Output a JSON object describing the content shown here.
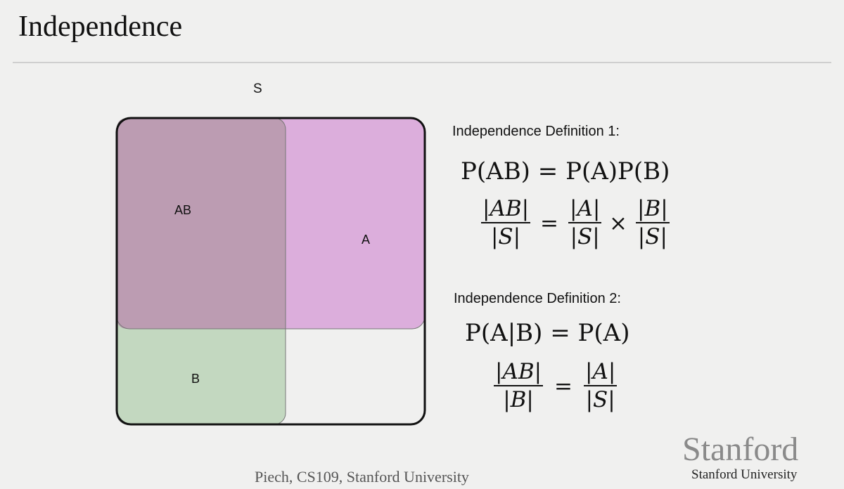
{
  "slide": {
    "title": "Independence",
    "footer": "Piech, CS109, Stanford University"
  },
  "venn": {
    "sample_space_label": "S",
    "region_ab_label": "AB",
    "region_a_label": "A",
    "region_b_label": "B",
    "colors": {
      "a": "#dcaedc",
      "ab": "#bc9cb2",
      "b": "#c3d8c0",
      "outline": "#111111"
    }
  },
  "definition1": {
    "heading": "Independence Definition 1:",
    "eq_lhs": "P(AB)",
    "eq_eq": "=",
    "eq_rhs": "P(A)P(B)",
    "f1_num": "|AB|",
    "f1_den": "|S|",
    "eq2_eq": "=",
    "f2_num": "|A|",
    "f2_den": "|S|",
    "times": "×",
    "f3_num": "|B|",
    "f3_den": "|S|"
  },
  "definition2": {
    "heading": "Independence Definition 2:",
    "eq_lhs": "P(A|B)",
    "eq_eq": "=",
    "eq_rhs": "P(A)",
    "f1_num": "|AB|",
    "f1_den": "|B|",
    "eq2_eq": "=",
    "f2_num": "|A|",
    "f2_den": "|S|"
  },
  "logo": {
    "wordmark": "Stanford",
    "subtitle": "Stanford University"
  }
}
